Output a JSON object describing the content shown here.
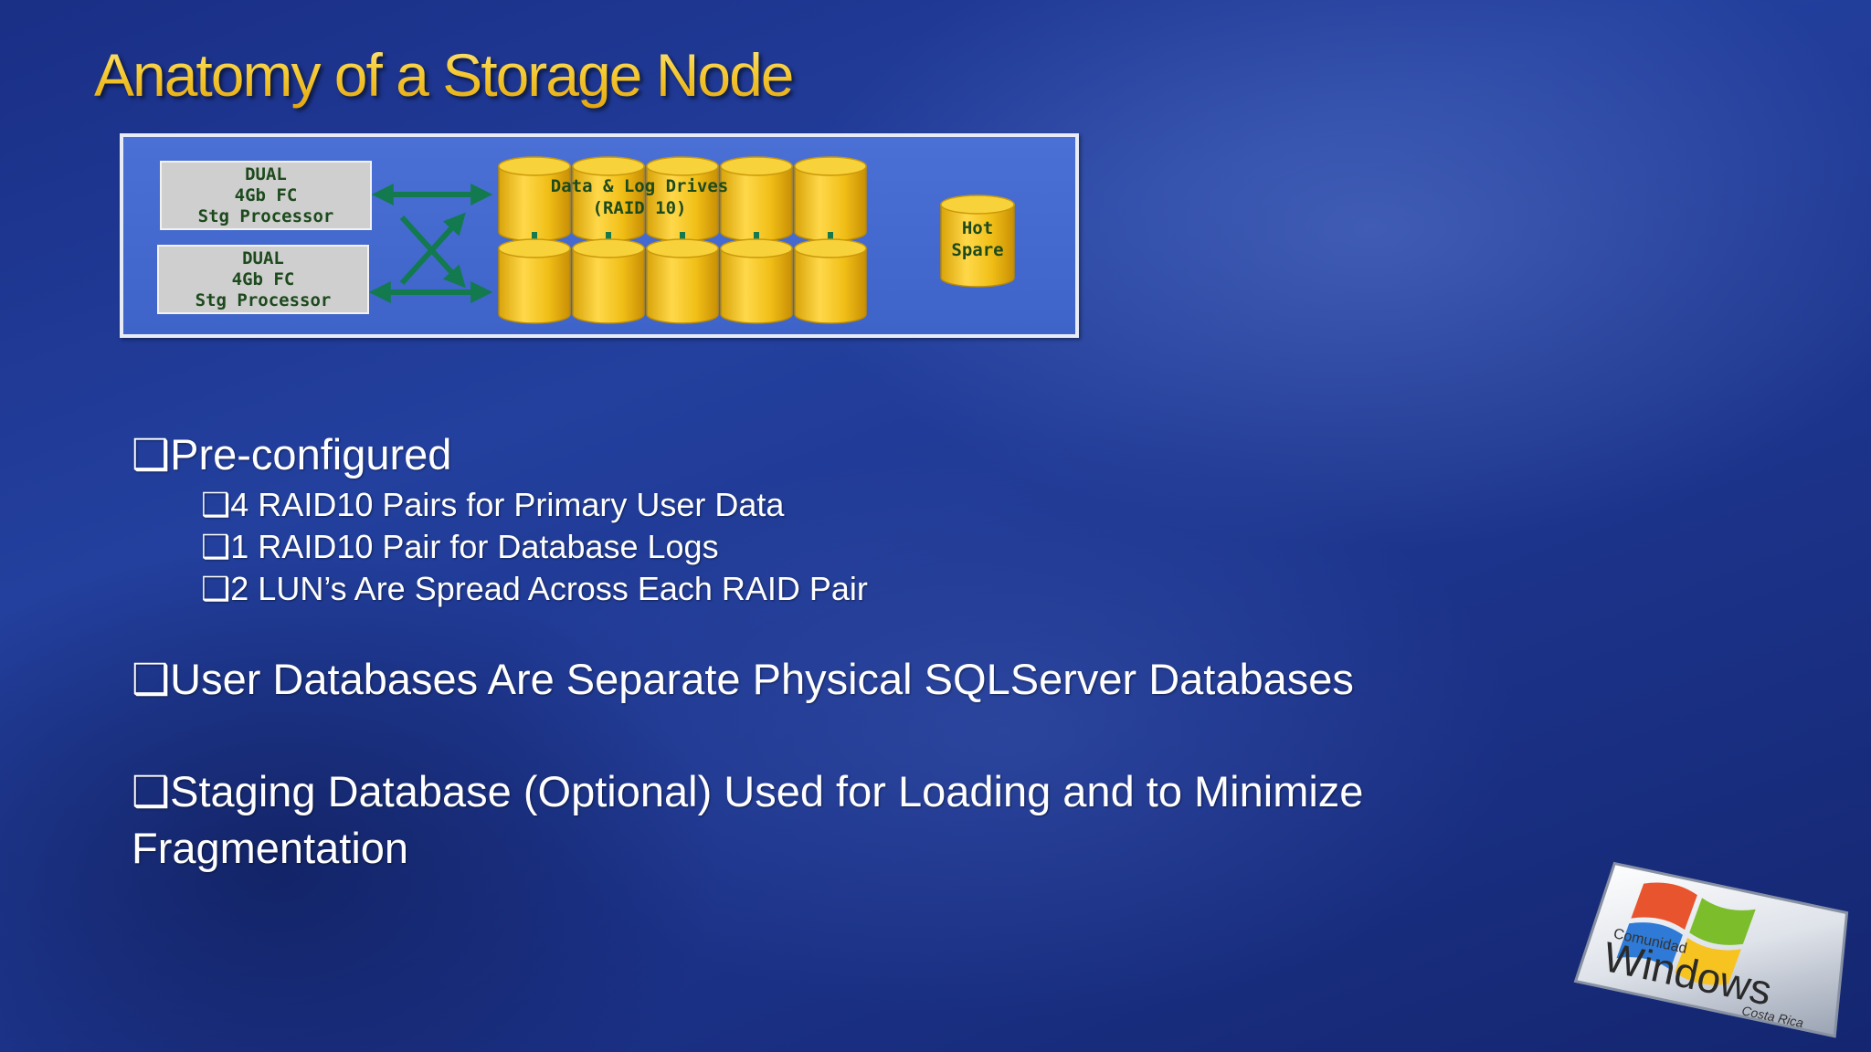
{
  "slide": {
    "title": "Anatomy of a Storage Node"
  },
  "diagram": {
    "processor_1": {
      "line1": "DUAL",
      "line2": "4Gb FC",
      "line3": "Stg Processor"
    },
    "processor_2": {
      "line1": "DUAL",
      "line2": "4Gb FC",
      "line3": "Stg Processor"
    },
    "drives_label_line1": "Data & Log Drives",
    "drives_label_line2": "(RAID 10)",
    "hot_spare_line1": "Hot",
    "hot_spare_line2": "Spare",
    "colors": {
      "drive": "#f3c418",
      "arrow": "#127a4e",
      "panel": "#4268cf"
    }
  },
  "bullets": {
    "box_glyph": "❑",
    "item1": "Pre-configured",
    "item1_sub1": "4 RAID10 Pairs for Primary User Data",
    "item1_sub2": "1 RAID10 Pair for Database Logs",
    "item1_sub3": "2 LUN’s Are Spread Across Each RAID Pair",
    "item2": "User Databases Are Separate Physical SQLServer Databases",
    "item3_line1": "Staging Database (Optional) Used for Loading and to Minimize",
    "item3_line2": "Fragmentation"
  },
  "logo": {
    "top_text": "Comunidad",
    "main_text": "Windows",
    "bottom_text": "Costa Rica"
  }
}
